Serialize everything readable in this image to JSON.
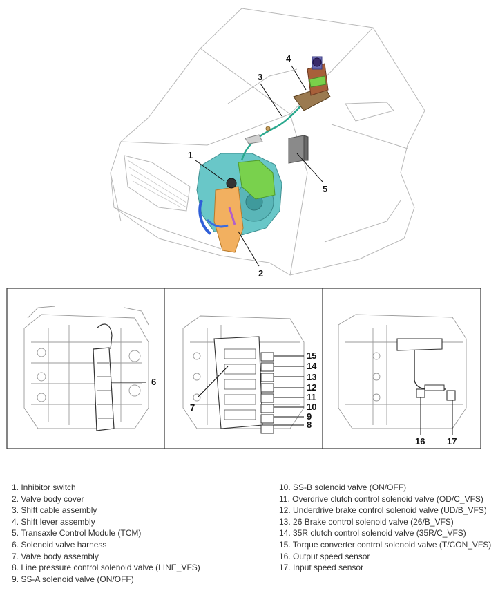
{
  "top_callouts": [
    "1",
    "2",
    "3",
    "4",
    "5"
  ],
  "panel_callouts": [
    "6",
    "7",
    "8",
    "9",
    "10",
    "11",
    "12",
    "13",
    "14",
    "15",
    "16",
    "17"
  ],
  "legend_left": [
    "1. Inhibitor switch",
    "2. Valve body cover",
    "3. Shift cable assembly",
    "4. Shift lever assembly",
    "5. Transaxle Control Module (TCM)",
    "6. Solenoid valve harness",
    "7. Valve body assembly",
    "8. Line pressure control solenoid valve (LINE_VFS)",
    "9. SS-A solenoid valve (ON/OFF)"
  ],
  "legend_right": [
    "10. SS-B solenoid valve (ON/OFF)",
    "11. Overdrive clutch control solenoid valve (OD/C_VFS)",
    "12. Underdrive brake control solenoid valve (UD/B_VFS)",
    "13. 26 Brake control solenoid valve (26/B_VFS)",
    "14. 35R clutch control solenoid valve (35R/C_VFS)",
    "15. Torque converter control solenoid valve (T/CON_VFS)",
    "16. Output speed sensor",
    "17. Input speed sensor"
  ]
}
